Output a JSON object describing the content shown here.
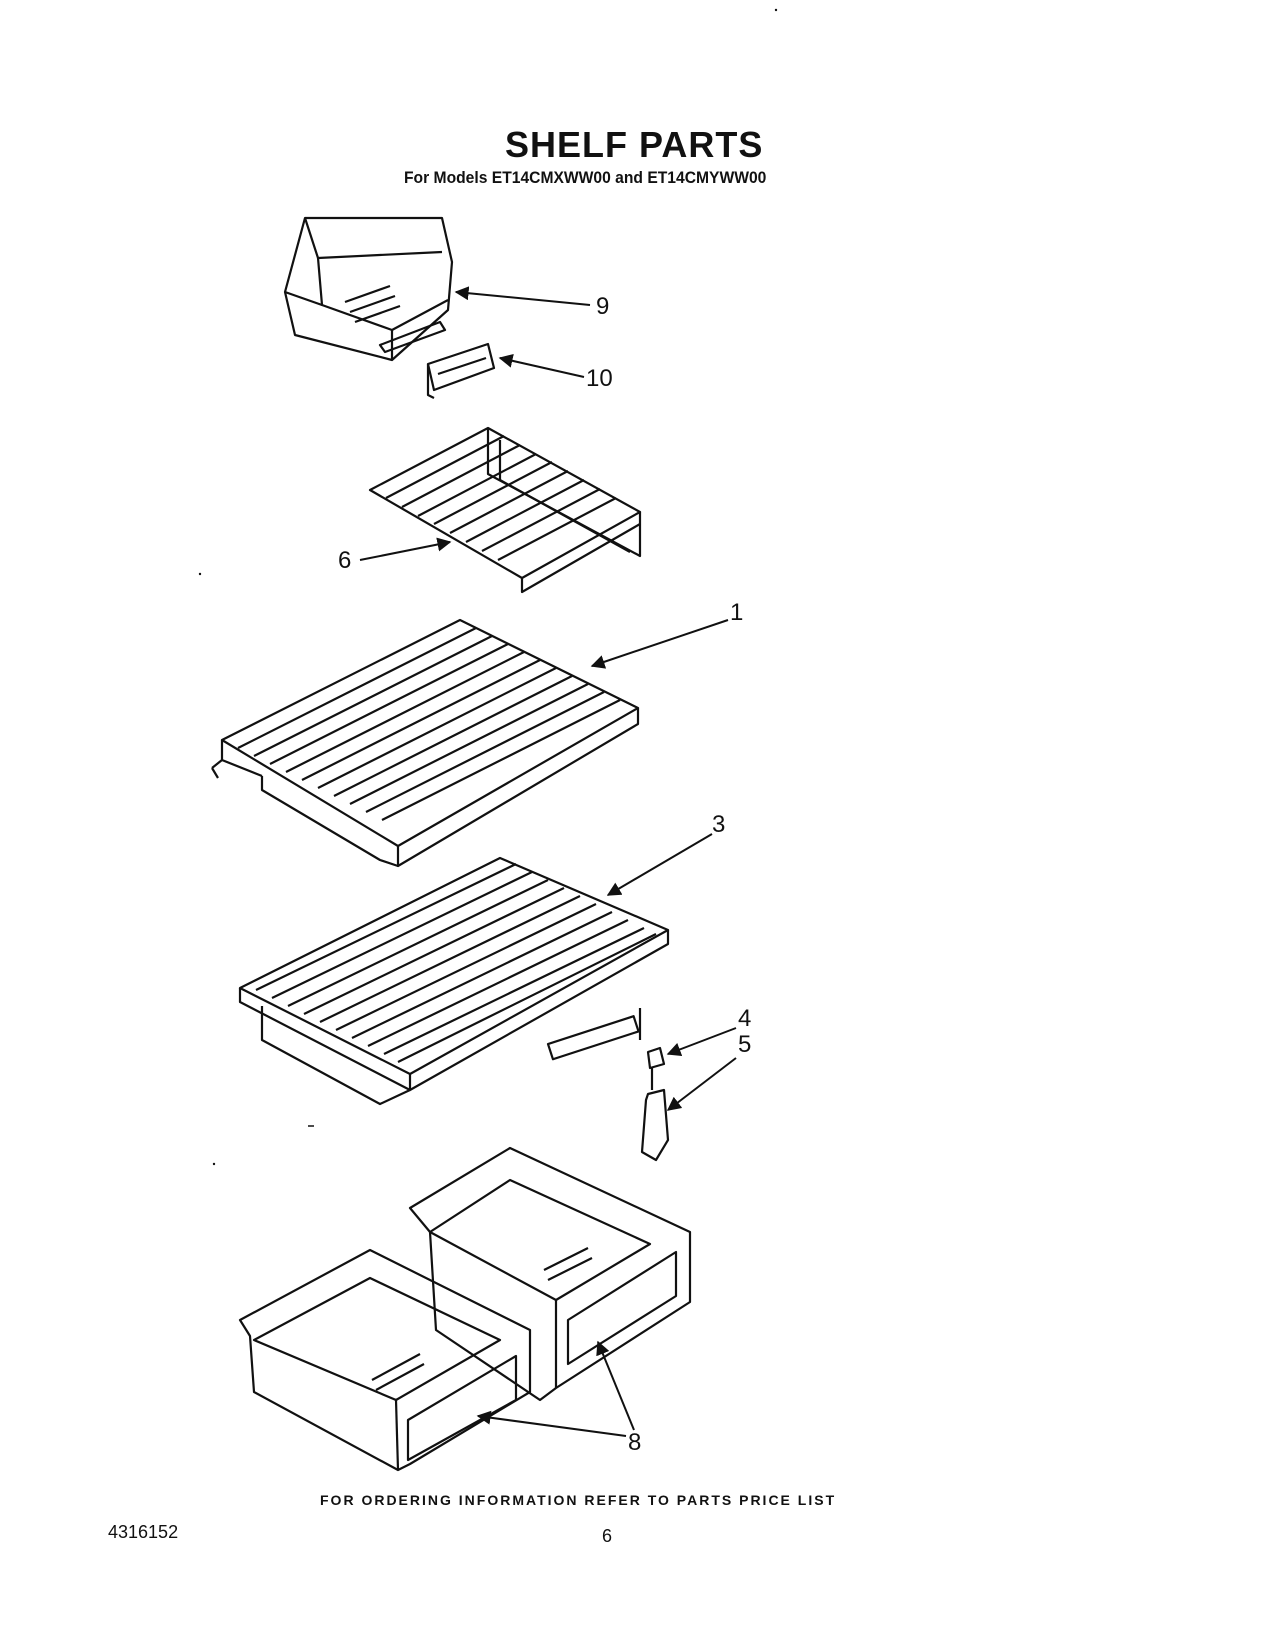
{
  "header": {
    "title": "SHELF PARTS",
    "subtitle": "For Models ET14CMXWW00 and ET14CMYWW00"
  },
  "callouts": {
    "c1": "1",
    "c3": "3",
    "c4": "4",
    "c5": "5",
    "c6": "6",
    "c8": "8",
    "c9": "9",
    "c10": "10"
  },
  "footer": {
    "ordering_note": "FOR ORDERING INFORMATION REFER TO PARTS PRICE LIST",
    "doc_number": "4316152",
    "page_number": "6"
  }
}
